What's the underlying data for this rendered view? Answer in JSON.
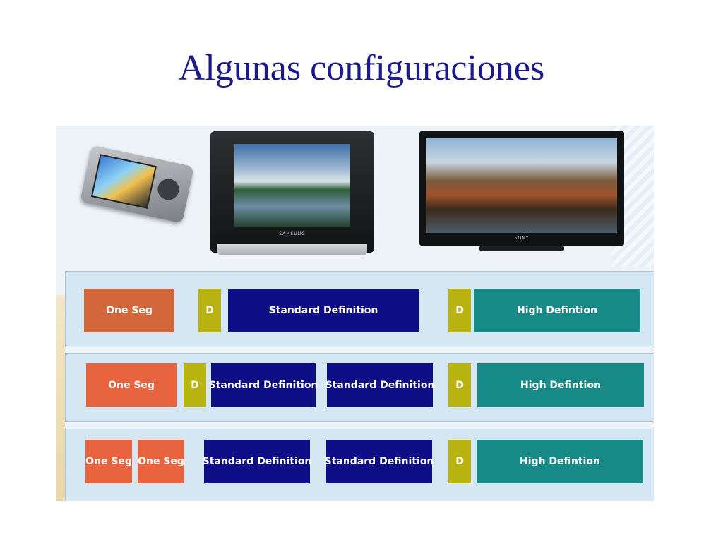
{
  "slide": {
    "title": "Algunas configuraciones"
  },
  "devices": [
    {
      "name": "handheld-device",
      "brand": ""
    },
    {
      "name": "crt-tv",
      "brand": "SAMSUNG"
    },
    {
      "name": "flat-panel-tv",
      "brand": "SONY"
    }
  ],
  "rows": [
    {
      "blocks": [
        {
          "kind": "one-seg",
          "label": "One Seg"
        },
        {
          "kind": "data",
          "label": "D"
        },
        {
          "kind": "standard-definition",
          "label": "Standard Definition"
        },
        {
          "kind": "data",
          "label": "D"
        },
        {
          "kind": "high-definition",
          "label": "High Defintion"
        }
      ]
    },
    {
      "blocks": [
        {
          "kind": "one-seg",
          "label": "One Seg"
        },
        {
          "kind": "data",
          "label": "D"
        },
        {
          "kind": "standard-definition",
          "label": "Standard Definition"
        },
        {
          "kind": "standard-definition",
          "label": "Standard Definition"
        },
        {
          "kind": "data",
          "label": "D"
        },
        {
          "kind": "high-definition",
          "label": "High Defintion"
        }
      ]
    },
    {
      "blocks": [
        {
          "kind": "one-seg",
          "label": "One Seg"
        },
        {
          "kind": "one-seg",
          "label": "One Seg"
        },
        {
          "kind": "standard-definition",
          "label": "Standard Definition"
        },
        {
          "kind": "standard-definition",
          "label": "Standard Definition"
        },
        {
          "kind": "data",
          "label": "D"
        },
        {
          "kind": "high-definition",
          "label": "High Defintion"
        }
      ]
    }
  ],
  "colors": {
    "title": "#1a1a8c",
    "one_seg": "#e8643f",
    "data": "#b9b30f",
    "standard_definition": "#0e0e86",
    "high_definition": "#178a88",
    "row_background": "#d6e7f4"
  }
}
